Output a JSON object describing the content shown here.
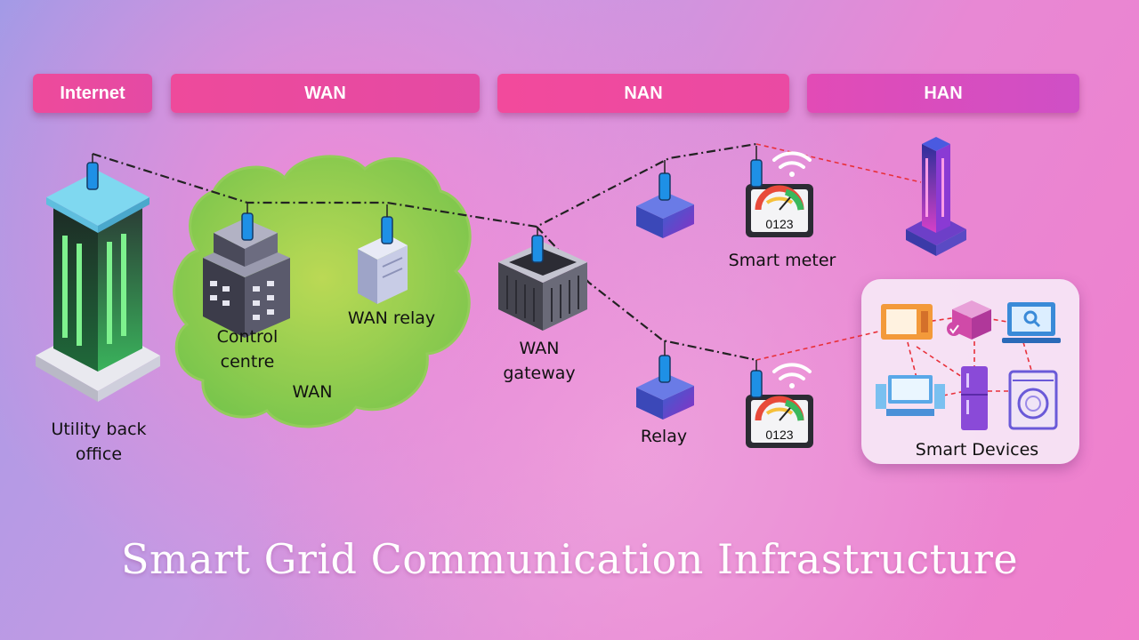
{
  "bands": {
    "internet": "Internet",
    "wan": "WAN",
    "nan": "NAN",
    "han": "HAN"
  },
  "labels": {
    "utility_back_office": "Utility back office",
    "control_centre": "Control centre",
    "wan_relay": "WAN relay",
    "wan_cloud": "WAN",
    "wan_gateway": "WAN gateway",
    "relay": "Relay",
    "smart_meter": "Smart meter",
    "smart_devices": "Smart Devices",
    "meter_reading_top": "0123",
    "meter_reading_bottom": "0123"
  },
  "title": "Smart Grid Communication Infrastructure",
  "colors": {
    "band": "#ee4a9b",
    "wan_cloud": "#b8e04a",
    "link_line": "#222222",
    "han_link": "#e8303a",
    "antenna": "#1e90e6"
  },
  "icons": [
    "tower-icon",
    "building-icon",
    "server-icon",
    "gateway-icon",
    "relay-icon",
    "smart-meter-icon",
    "wifi-icon",
    "han-tower-icon",
    "microwave-icon",
    "box-icon",
    "laptop-icon",
    "fridge-icon",
    "washer-icon",
    "tv-icon"
  ]
}
